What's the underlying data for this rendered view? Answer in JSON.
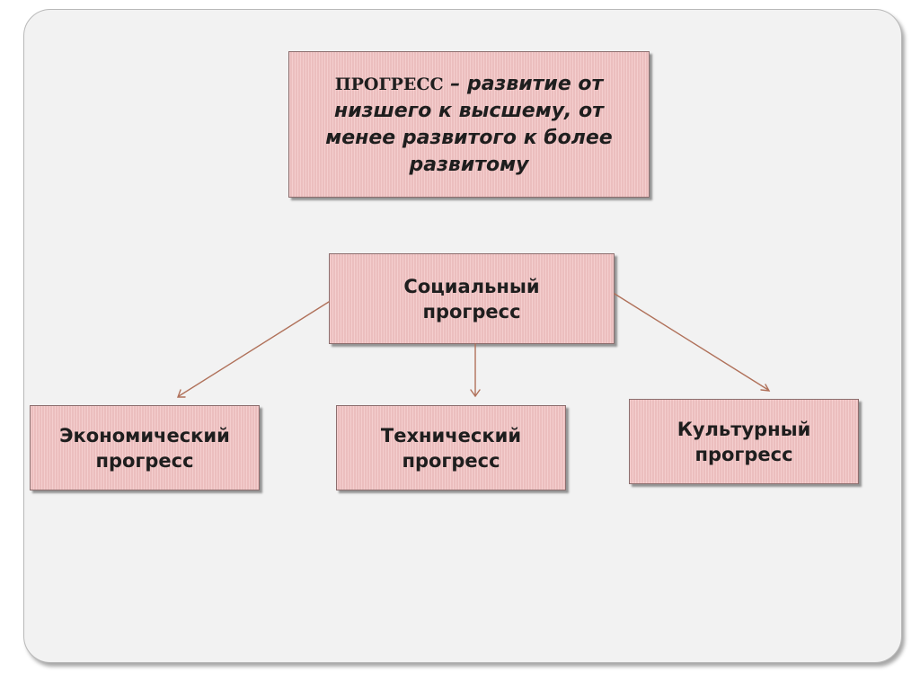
{
  "definition": {
    "term": "ПРОГРЕСС",
    "dash": " – ",
    "lines": [
      "развитие от",
      "низшего к высшему, от",
      "менее развитого к более",
      "развитому"
    ]
  },
  "social": {
    "line1": "Социальный",
    "line2": "прогресс"
  },
  "economic": {
    "line1": "Экономический",
    "line2": "прогресс"
  },
  "technical": {
    "line1": "Технический",
    "line2": "прогресс"
  },
  "cultural": {
    "line1": "Культурный",
    "line2": "прогресс"
  },
  "colors": {
    "box_fill": "#f1c3c3",
    "box_border": "#8c6e6e",
    "arrow": "#b0715a",
    "frame": "#f2f2f2"
  }
}
